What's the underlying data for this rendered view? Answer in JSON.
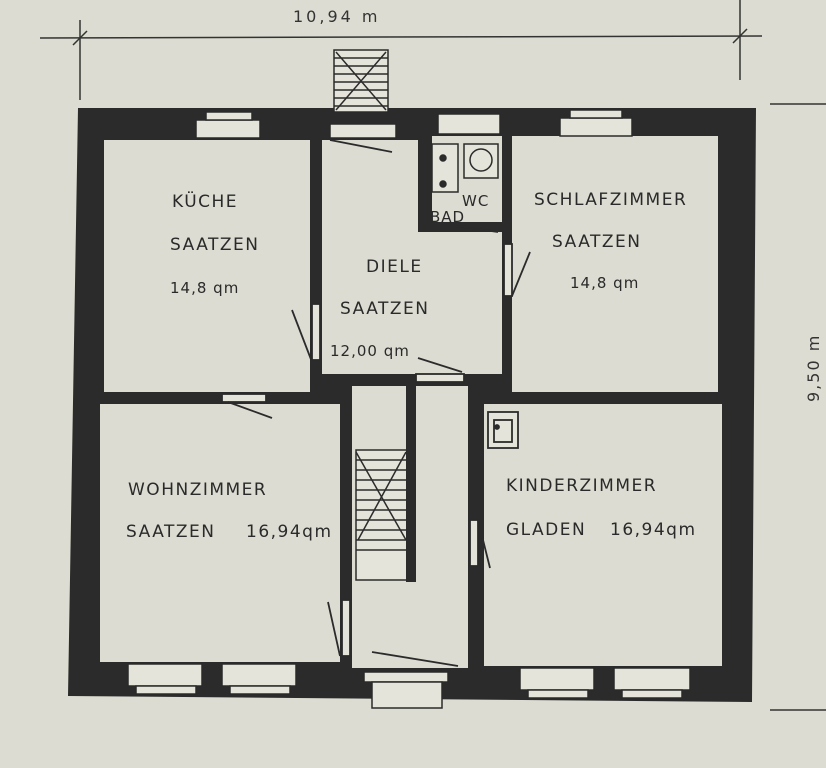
{
  "dimensions": {
    "width_label": "10,94 m",
    "height_label": "9,50 m"
  },
  "rooms": {
    "kueche": {
      "name": "KÜCHE",
      "owner": "SAATZEN",
      "area": "14,8 qm"
    },
    "diele": {
      "name": "DIELE",
      "owner": "SAATZEN",
      "area": "12,00 qm"
    },
    "wc": {
      "name": "WC"
    },
    "bad": {
      "name": "BAD"
    },
    "schlafzimmer": {
      "name": "SCHLAFZIMMER",
      "owner": "SAATZEN",
      "area": "14,8 qm"
    },
    "wohnzimmer": {
      "name": "WOHNZIMMER",
      "owner": "SAATZEN",
      "area": "16,94qm"
    },
    "kinderzimmer": {
      "name": "KINDERZIMMER",
      "owner": "GLADEN",
      "area": "16,94qm"
    }
  },
  "colors": {
    "paper": "#dcdcd2",
    "wall": "#2b2b2b",
    "ink": "#2a2a2a"
  }
}
